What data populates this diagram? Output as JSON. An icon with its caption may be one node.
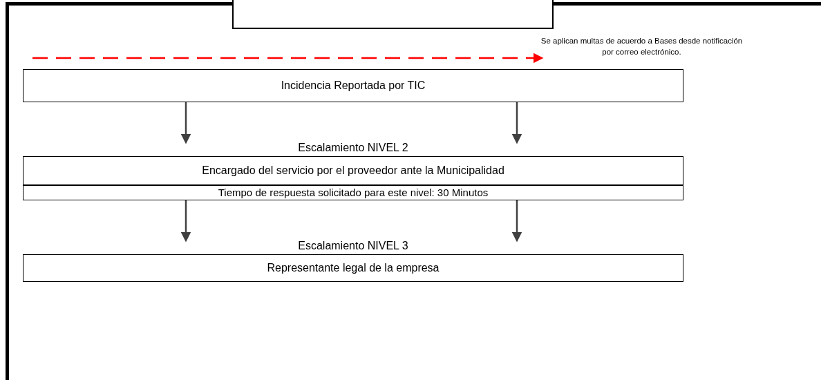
{
  "diagram": {
    "nodes": [
      {
        "text": [],
        "shape": "box"
      },
      {
        "text": [
          "Incidencia Reportada por TIC"
        ]
      },
      {
        "text": [
          "Escalamiento NIVEL 2",
          "Encargado del servicio por el proveedor ante la Municipalidad"
        ]
      },
      {
        "text": [
          "Tiempo de respuesta solicitado para este nivel: 30 Minutos"
        ]
      },
      {
        "text": [
          "Escalamiento NIVEL 3",
          "Representante legal de la empresa"
        ]
      },
      {
        "text": [
          "Se aplican multas de acuerdo a Bases desde notificación por correo electrónico."
        ]
      }
    ],
    "edges": [
      {
        "from": null,
        "to": 5,
        "arrow": "to",
        "style": "dashed",
        "color": "#ff0000"
      },
      {
        "from": 1,
        "to": 2,
        "arrow": "to"
      },
      {
        "from": 1,
        "to": 2,
        "arrow": "to"
      },
      {
        "from": 3,
        "to": 4,
        "arrow": "to"
      },
      {
        "from": 3,
        "to": 4,
        "arrow": "to"
      }
    ]
  }
}
